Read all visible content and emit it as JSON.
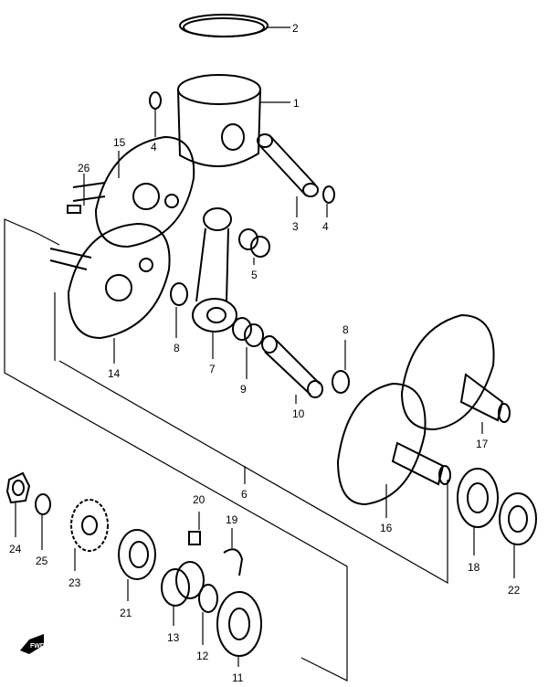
{
  "diagram": {
    "title": "Crankshaft exploded parts diagram",
    "callouts": [
      "1",
      "2",
      "3",
      "4",
      "4",
      "5",
      "6",
      "7",
      "8",
      "8",
      "9",
      "10",
      "11",
      "12",
      "13",
      "14",
      "15",
      "16",
      "17",
      "18",
      "19",
      "20",
      "21",
      "22",
      "23",
      "24",
      "25",
      "26"
    ],
    "fwd_label": "FWD"
  }
}
